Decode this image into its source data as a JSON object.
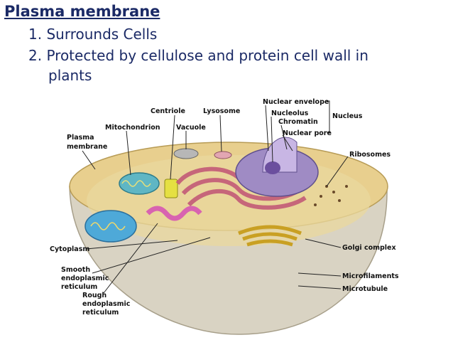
{
  "slide": {
    "title": "Plasma membrane",
    "points": [
      {
        "number": "1.",
        "text": "Surrounds Cells"
      },
      {
        "number": "2.",
        "text": "Protected by cellulose and protein cell wall in",
        "continuation": "plants"
      }
    ]
  },
  "diagram": {
    "labels": {
      "plasma_membrane_line1": "Plasma",
      "plasma_membrane_line2": "membrane",
      "mitochondrion": "Mitochondrion",
      "centriole": "Centriole",
      "vacuole": "Vacuole",
      "lysosome": "Lysosome",
      "nuclear_envelope": "Nuclear envelope",
      "nucleolus": "Nucleolus",
      "chromatin": "Chromatin",
      "nuclear_pore": "Nuclear pore",
      "nucleus": "Nucleus",
      "ribosomes": "Ribosomes",
      "cytoplasm": "Cytoplasm",
      "smooth_er_line1": "Smooth",
      "smooth_er_line2": "endoplasmic",
      "smooth_er_line3": "reticulum",
      "rough_er_line1": "Rough",
      "rough_er_line2": "endoplasmic",
      "rough_er_line3": "reticulum",
      "golgi_complex": "Golgi complex",
      "microfilaments": "Microfilaments",
      "microtubule": "Microtubule"
    }
  }
}
